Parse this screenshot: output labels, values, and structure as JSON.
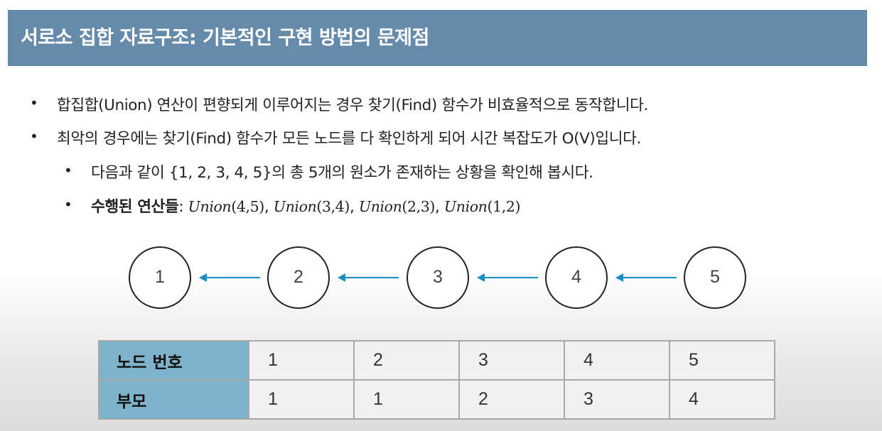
{
  "slide": {
    "title": "서로소 집합 자료구조: 기본적인 구현 방법의 문제점",
    "bullets": [
      "합집합(Union) 연산이 편향되게 이루어지는 경우 찾기(Find) 함수가 비효율적으로 동작합니다.",
      "최악의 경우에는 찾기(Find) 함수가 모든 노드를 다 확인하게 되어 시간 복잡도가 O(V)입니다."
    ],
    "sub_bullet_1": "다음과 같이 {1, 2, 3, 4, 5}의 총 5개의 원소가 존재하는 상황을 확인해 봅시다.",
    "sub_bullet_2": {
      "label": "수행된 연산들",
      "colon": ": ",
      "ops": [
        {
          "name": "Union",
          "args": "(4,5)"
        },
        {
          "name": "Union",
          "args": "(3,4)"
        },
        {
          "name": "Union",
          "args": "(2,3)"
        },
        {
          "name": "Union",
          "args": "(1,2)"
        }
      ],
      "sep": ", "
    }
  },
  "diagram": {
    "nodes": [
      "1",
      "2",
      "3",
      "4",
      "5"
    ],
    "arrow_color": "#1a8fc4"
  },
  "table": {
    "row1_header": "노드 번호",
    "row1": [
      "1",
      "2",
      "3",
      "4",
      "5"
    ],
    "row2_header": "부모",
    "row2": [
      "1",
      "1",
      "2",
      "3",
      "4"
    ]
  },
  "colors": {
    "title_bar": "#668aaa",
    "table_header": "#7fb3cc"
  }
}
